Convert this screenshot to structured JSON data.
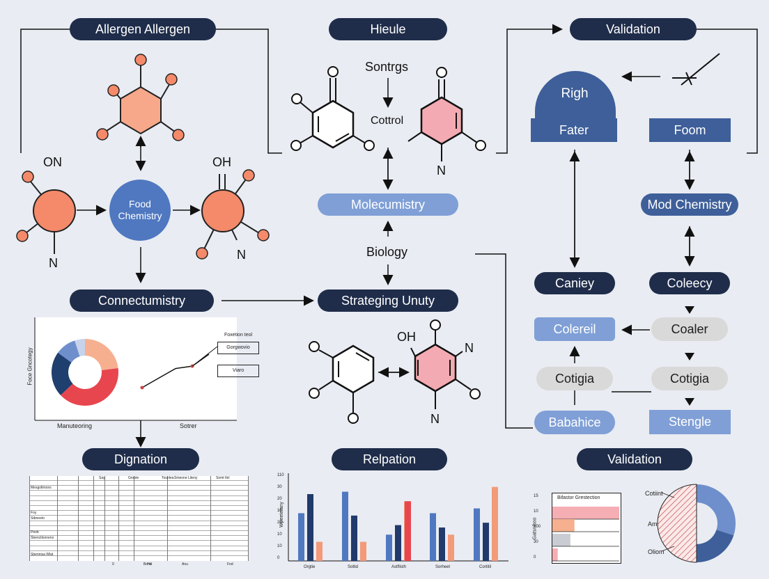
{
  "pills": {
    "allergen": "Allergen Allergen",
    "hieule": "Hieule",
    "validation_top": "Validation",
    "molecumistry": "Molecumistry",
    "mod_chemistry": "Mod Chemistry",
    "connectumistry": "Connectumistry",
    "strateging": "Strateging Unuty",
    "caniey": "Caniey",
    "coleecy": "Coleecy",
    "colereil": "Colereil",
    "coaler": "Coaler",
    "cotigia_left": "Cotigia",
    "cotigia_right": "Cotigia",
    "babahice": "Babahice",
    "stengle": "Stengle",
    "dignation": "Dignation",
    "relpation": "Relpation",
    "validation_bottom": "Validation"
  },
  "labels": {
    "food_chemistry_line1": "Food",
    "food_chemistry_line2": "Chemistry",
    "on": "ON",
    "oh_left": "OH",
    "n_left1": "N",
    "n_left2": "N",
    "sontrgs": "Sontrgs",
    "cottrol": "Cottrol",
    "n_mid": "N",
    "biology": "Biology",
    "oh_mid": "OH",
    "n_mid2": "N",
    "n_mid3": "N",
    "righ": "Righ",
    "fater": "Fater",
    "foom": "Foom"
  },
  "left_chart": {
    "ylabel": "Foce Gncotegy",
    "xlabel": "Manuteoring",
    "xlabel2": "Sotrer",
    "legend_title": "Foxetion teol",
    "box1": "Gorgwovio",
    "box2": "Viaro"
  },
  "bar_chart": {
    "ylabel": "Wpeetelany",
    "yticks": [
      "110",
      "30",
      "20",
      "15",
      "20",
      "10",
      "10",
      "0"
    ]
  },
  "mini_bar": {
    "title": "Bifastor Grestection",
    "yticks": [
      "15",
      "10",
      "100",
      "30",
      "0"
    ],
    "ylabel": "Gatsniboo"
  },
  "donut_labels": {
    "l1": "Cotiint",
    "l2": "Am",
    "l3": "Oliom"
  },
  "chart_data": [
    {
      "type": "pie",
      "title": "",
      "slices": [
        {
          "name": "peach",
          "value": 23,
          "color": "#f6b08f"
        },
        {
          "name": "red",
          "value": 40,
          "color": "#e8464f"
        },
        {
          "name": "navy",
          "value": 22,
          "color": "#1f3f6e"
        },
        {
          "name": "blue",
          "value": 10,
          "color": "#6f8fcc"
        },
        {
          "name": "lightblue",
          "value": 5,
          "color": "#c7d3ea"
        }
      ]
    },
    {
      "type": "line",
      "x": [
        0,
        1,
        2,
        3,
        4
      ],
      "y": [
        0,
        2,
        4,
        4.5,
        7
      ]
    },
    {
      "type": "bar",
      "categories": [
        "Orgtie",
        "Sotlid",
        "Astflisth",
        "Sorheet",
        "Cortitil"
      ],
      "series": [
        {
          "values": [
            20,
            29,
            11,
            20,
            22
          ],
          "color": "#4f78c0"
        },
        {
          "values": [
            28,
            19,
            15,
            14,
            16
          ],
          "color": "#213a6b"
        },
        {
          "values": [
            8,
            8,
            25,
            11,
            31
          ],
          "color": "#f39a78"
        }
      ],
      "extra_red": [
        null,
        null,
        25,
        null,
        null
      ],
      "ylim": [
        0,
        35
      ]
    },
    {
      "type": "bar",
      "orientation": "horizontal",
      "values": [
        100,
        30,
        20,
        5
      ],
      "colors": [
        "#f4aeb4",
        "#f6b08f",
        "#c9ccd3",
        "#f4aeb4"
      ]
    },
    {
      "type": "pie",
      "slices": [
        {
          "name": "hatched",
          "value": 50,
          "color": "#f4d5d5"
        },
        {
          "name": "blue",
          "value": 30,
          "color": "#6f8fcc"
        },
        {
          "name": "navy",
          "value": 20,
          "color": "#3e5f99"
        }
      ]
    }
  ],
  "table": {
    "headers": [
      "Say",
      "Groote",
      "Tounlea",
      "Smeone Liteny",
      "Somt Ilel"
    ],
    "row_labels": [
      "Mesgoltmons",
      "Foy",
      "Stbneeto",
      "Peob",
      "Sbenctloonens",
      "Sbennisa Wlat"
    ],
    "footer": [
      "0",
      "Bonb",
      "Ysl",
      "Anu",
      "Fod"
    ]
  },
  "colors": {
    "background": "#e9ecf2",
    "dark_pill": "#1f2d4a",
    "accent_blue": "#3e5f99",
    "light_blue": "#7f9fd6",
    "salmon": "#f48a6a",
    "pink": "#f4aab2"
  }
}
